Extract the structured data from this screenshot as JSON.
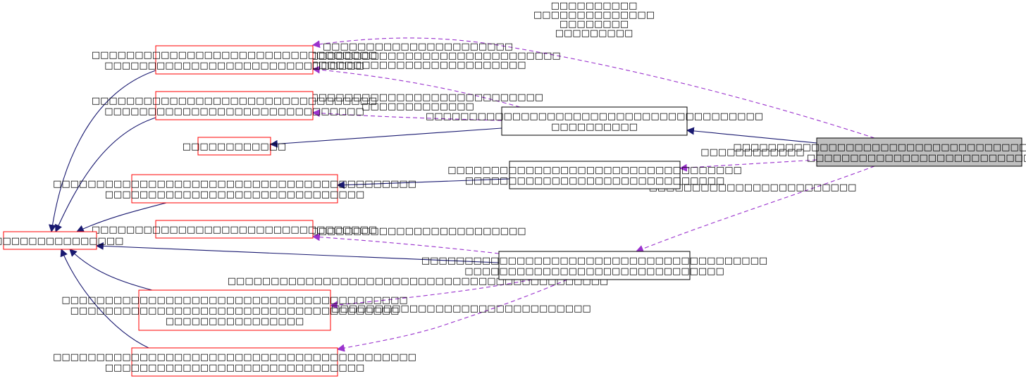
{
  "colors": {
    "background": "#ffffff",
    "node_border_undocumented": "#ff0000",
    "node_border_documented": "#000000",
    "node_fill_focus": "#bfbfbf",
    "node_fill": "#ffffff",
    "edge_inheritance": "#191970",
    "edge_usage": "#9a32cd",
    "text": "#000000"
  },
  "nodes": [
    {
      "id": "focus",
      "kind": "focus",
      "lines": [
        "□□□□□□□□□□□□□□□□□□□□□□□□□□□□□□□□□□□□□□□□□□□",
        "□□□□□□□□□□□□□□□□□□□□□□□□□□"
      ]
    },
    {
      "id": "mid1",
      "kind": "documented",
      "lines": [
        "□□□□□□□□□□□□□□□□□□□□□□□□□□□□□□□□□□□□□□□",
        "□□□□□□□□□□"
      ]
    },
    {
      "id": "mid2",
      "kind": "documented",
      "lines": [
        "□□□□□□□□□□□□□□□□□□□□□□□□□□□□□□□□□□",
        "□□□□□□□□□□□□□□□□□□□□□□□□□□□□□□"
      ]
    },
    {
      "id": "mid3",
      "kind": "documented",
      "lines": [
        "□□□□□□□□□□□□□□□□□□□□□□□□□□□□□□□□□□□□□□□□",
        "□□□□□□□□□□□□□□□□□□□□□□□□□□□□□□"
      ]
    },
    {
      "id": "l1",
      "kind": "undocumented",
      "lines": [
        "□□□□□□□□□□□□□□□□□□□□□□□□□□□□□□□□□",
        "□□□□□□□□□□□□□□□□□□□□□□□□□□□□□□"
      ]
    },
    {
      "id": "l2",
      "kind": "undocumented",
      "lines": [
        "□□□□□□□□□□□□□□□□□□□□□□□□□□□□□□□□□",
        "□□□□□□□□□□□□□□□□□□□□□□□□□□□□□□"
      ]
    },
    {
      "id": "l3",
      "kind": "undocumented",
      "lines": [
        "□□□□□□□□□□□□"
      ]
    },
    {
      "id": "l4",
      "kind": "undocumented",
      "lines": [
        "□□□□□□□□□□□□□□□□□□□□□□□□□□□□□□□□□□□□□□□□□□",
        "□□□□□□□□□□□□□□□□□□□□□□□□□□□□□□"
      ]
    },
    {
      "id": "l5",
      "kind": "undocumented",
      "lines": [
        "□□□□□□□□□□□□□□□□□□□□□□□□□□□□□□□□□"
      ]
    },
    {
      "id": "l6",
      "kind": "undocumented",
      "lines": [
        "□□□□□□□□□□□□□□□□□□□□□□□□□□□□□□□□□□□□□□□□",
        "□□□□□□□□□□□□□□□□□□□□□□□□□□□□□□□□□□□□□□",
        "□□□□□□□□□□□□□□□□"
      ]
    },
    {
      "id": "l7",
      "kind": "undocumented",
      "lines": [
        "□□□□□□□□□□□□□□□□□□□□□□□□□□□□□□□□□□□□□□□□□□",
        "□□□□□□□□□□□□□□□□□□□□□□□□□□□□□□"
      ]
    },
    {
      "id": "base",
      "kind": "undocumented",
      "lines": [
        "□□□□□□□□□□□□□□□□□"
      ]
    }
  ],
  "edges": [
    {
      "id": "e1",
      "kind": "usage",
      "label": [
        "□□□□□□□□□□",
        "□□□□□□□□□□□□□□",
        "□□□□□□□□",
        "□□□□□□□□□"
      ]
    },
    {
      "id": "e2",
      "kind": "usage",
      "label": [
        "□□□□□□□□□□□□□□□□□□□□□□",
        "□□□□□□□□□□□□□□□□□□□□□□□□□□□□□□□□□",
        "□□□□□□□□□□□□□□□□□□□□□□□□□"
      ]
    },
    {
      "id": "e3",
      "kind": "usage",
      "label": [
        "□□□□□□□□□□□□□□□□□□□□□□□□□□□□□",
        "□□□□□□□□□□□□□"
      ]
    },
    {
      "id": "e4",
      "kind": "inheritance",
      "label": []
    },
    {
      "id": "e5",
      "kind": "inheritance",
      "label": []
    },
    {
      "id": "e6",
      "kind": "usage",
      "label": [
        "□□□□□□□□□□□□"
      ]
    },
    {
      "id": "e7",
      "kind": "inheritance",
      "label": []
    },
    {
      "id": "e8",
      "kind": "usage",
      "label": [
        "□□□□□□□□□□□□□□□□□□□□□□□□"
      ]
    },
    {
      "id": "e9",
      "kind": "usage",
      "label": [
        "□□□□□□□□□□□□□□□□□□□□□□□□□"
      ]
    },
    {
      "id": "e10",
      "kind": "inheritance",
      "label": []
    },
    {
      "id": "e11",
      "kind": "usage",
      "label": [
        "□□□□□□□□□□□□□□□□□□□□□□□□□□□□□□□□□□□□□□□□□□□□"
      ]
    },
    {
      "id": "e12",
      "kind": "usage",
      "label": [
        "□□□□□□□□□□□□□□□□□□□□□□□□□□□□□□□□□□□□□□□□"
      ]
    },
    {
      "id": "e13",
      "kind": "inheritance",
      "label": []
    },
    {
      "id": "e14",
      "kind": "inheritance",
      "label": []
    },
    {
      "id": "e15",
      "kind": "inheritance",
      "label": []
    },
    {
      "id": "e16",
      "kind": "inheritance",
      "label": []
    },
    {
      "id": "e17",
      "kind": "inheritance",
      "label": []
    },
    {
      "id": "e18",
      "kind": "inheritance",
      "label": []
    }
  ]
}
